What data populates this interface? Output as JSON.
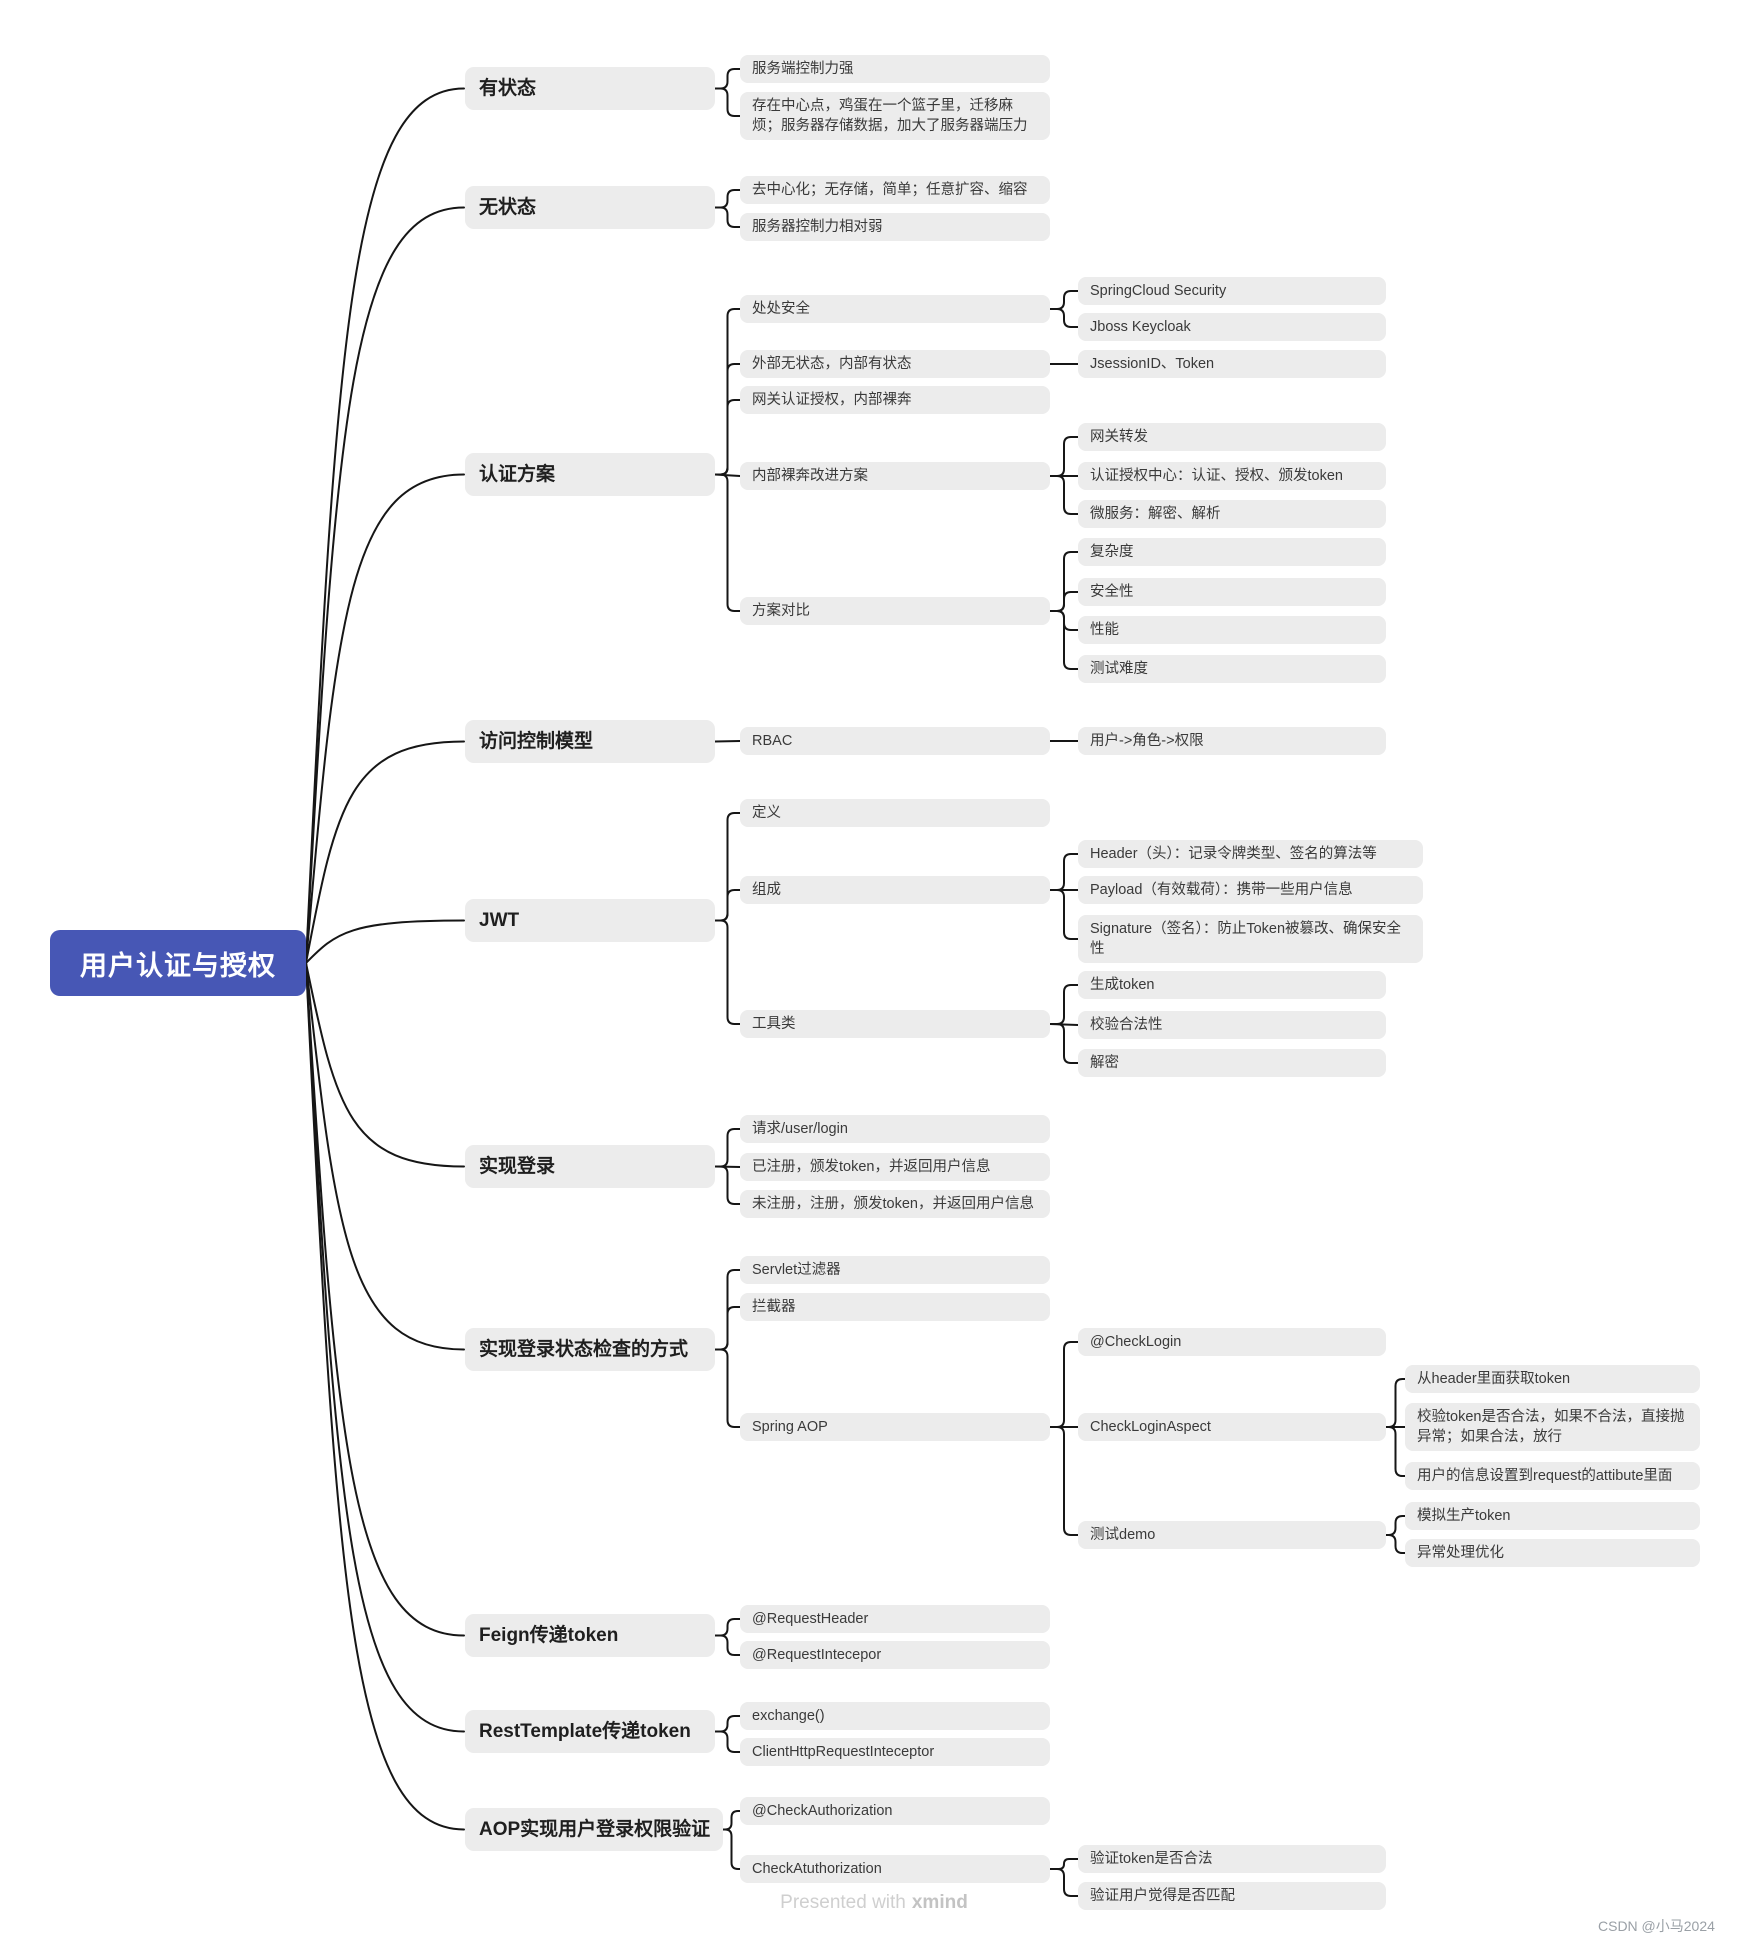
{
  "root": {
    "label": "用户认证与授权"
  },
  "branches": [
    {
      "label": "有状态",
      "children": [
        {
          "label": "服务端控制力强"
        },
        {
          "label": "存在中心点，鸡蛋在一个篮子里，迁移麻烦；服务器存储数据，加大了服务器端压力"
        }
      ]
    },
    {
      "label": "无状态",
      "children": [
        {
          "label": "去中心化；无存储，简单；任意扩容、缩容"
        },
        {
          "label": "服务器控制力相对弱"
        }
      ]
    },
    {
      "label": "认证方案",
      "children": [
        {
          "label": "处处安全",
          "children": [
            {
              "label": "SpringCloud Security"
            },
            {
              "label": "Jboss Keycloak"
            }
          ]
        },
        {
          "label": "外部无状态，内部有状态",
          "children": [
            {
              "label": "JsessionID、Token"
            }
          ]
        },
        {
          "label": "网关认证授权，内部裸奔"
        },
        {
          "label": "内部裸奔改进方案",
          "children": [
            {
              "label": "网关转发"
            },
            {
              "label": "认证授权中心：认证、授权、颁发token"
            },
            {
              "label": "微服务：解密、解析"
            }
          ]
        },
        {
          "label": "方案对比",
          "children": [
            {
              "label": "复杂度"
            },
            {
              "label": "安全性"
            },
            {
              "label": "性能"
            },
            {
              "label": "测试难度"
            }
          ]
        }
      ]
    },
    {
      "label": "访问控制模型",
      "children": [
        {
          "label": "RBAC",
          "children": [
            {
              "label": "用户->角色->权限"
            }
          ]
        }
      ]
    },
    {
      "label": "JWT",
      "children": [
        {
          "label": "定义"
        },
        {
          "label": "组成",
          "children": [
            {
              "label": "Header（头）：记录令牌类型、签名的算法等"
            },
            {
              "label": "Payload（有效载荷）：携带一些用户信息"
            },
            {
              "label": "Signature（签名）：防止Token被篡改、确保安全性"
            }
          ]
        },
        {
          "label": "工具类",
          "children": [
            {
              "label": "生成token"
            },
            {
              "label": "校验合法性"
            },
            {
              "label": "解密"
            }
          ]
        }
      ]
    },
    {
      "label": "实现登录",
      "children": [
        {
          "label": "请求/user/login"
        },
        {
          "label": "已注册，颁发token，并返回用户信息"
        },
        {
          "label": "未注册，注册，颁发token，并返回用户信息"
        }
      ]
    },
    {
      "label": "实现登录状态检查的方式",
      "children": [
        {
          "label": "Servlet过滤器"
        },
        {
          "label": "拦截器"
        },
        {
          "label": "Spring AOP",
          "children": [
            {
              "label": "@CheckLogin"
            },
            {
              "label": "CheckLoginAspect",
              "children": [
                {
                  "label": "从header里面获取token"
                },
                {
                  "label": "校验token是否合法，如果不合法，直接抛异常；如果合法，放行"
                },
                {
                  "label": "用户的信息设置到request的attibute里面"
                }
              ]
            },
            {
              "label": "测试demo",
              "children": [
                {
                  "label": "模拟生产token"
                },
                {
                  "label": "异常处理优化"
                }
              ]
            }
          ]
        }
      ]
    },
    {
      "label": "Feign传递token",
      "children": [
        {
          "label": "@RequestHeader"
        },
        {
          "label": "@RequestIntecepor"
        }
      ]
    },
    {
      "label": "RestTemplate传递token",
      "children": [
        {
          "label": "exchange()"
        },
        {
          "label": "ClientHttpRequestInteceptor"
        }
      ]
    },
    {
      "label": "AOP实现用户登录权限验证",
      "children": [
        {
          "label": "@CheckAuthorization"
        },
        {
          "label": "CheckAtuthorization",
          "children": [
            {
              "label": "验证token是否合法"
            },
            {
              "label": "验证用户觉得是否匹配"
            }
          ]
        }
      ]
    }
  ],
  "footer": {
    "watermark_prefix": "Presented with",
    "watermark_brand": "xmind",
    "credit": "CSDN @小马2024"
  },
  "colors": {
    "root_bg": "#4757b5",
    "root_text": "#ffffff",
    "node_bg": "#ececec",
    "node_text": "#3a3a3a",
    "line": "#161616"
  }
}
